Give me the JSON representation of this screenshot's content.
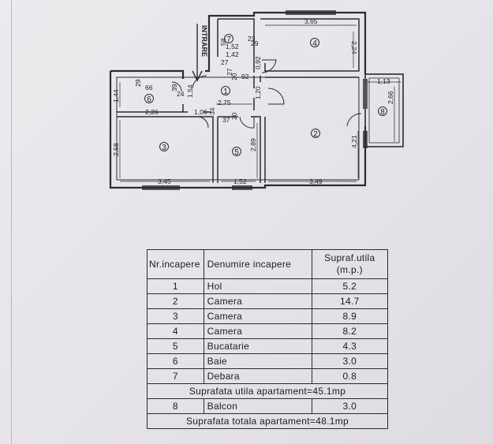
{
  "plan": {
    "entry_label": "INTRARE",
    "rooms": [
      {
        "id": "room-1",
        "number": "1"
      },
      {
        "id": "room-2",
        "number": "2"
      },
      {
        "id": "room-3",
        "number": "3"
      },
      {
        "id": "room-4",
        "number": "4"
      },
      {
        "id": "room-5",
        "number": "5"
      },
      {
        "id": "room-6",
        "number": "6"
      },
      {
        "id": "room-7",
        "number": "7"
      },
      {
        "id": "room-8",
        "number": "8"
      }
    ],
    "dimensions": {
      "d_3_65": "3,65",
      "d_2_24": "2,24",
      "d_1_13": "1,13",
      "d_2_66": "2,66",
      "d_4_21": "4,21",
      "d_3_49": "3,49",
      "d_2_89": "2,89",
      "d_1_52_bottom": "1,52",
      "d_3_45": "3,45",
      "d_2_58": "2,58",
      "d_2_26": "2,26",
      "d_1_44": "1,44",
      "d_29": "29",
      "d_66": "66",
      "d_39": "39",
      "d_24": "24",
      "d_1_54": "1,54",
      "d_1_06": "1,06",
      "d_2_75": "2,75",
      "d_34": "34",
      "d_37": "37",
      "d_20_a": "20",
      "d_1_20": "1,20",
      "d_92": "92",
      "d_0_92": "0,92",
      "d_27_a": "27",
      "d_27_b": "27",
      "d_20_b": "20",
      "d_58": "58",
      "d_1_52_top": "1,52",
      "d_1_42": "1,42",
      "d_23": "23",
      "d_29_b": "29"
    }
  },
  "table": {
    "headers": {
      "nr": "Nr.incapere",
      "name": "Denumire incapere",
      "area": "Supraf.utila\n(m.p.)"
    },
    "rows": [
      {
        "nr": "1",
        "name": "Hol",
        "area": "5.2"
      },
      {
        "nr": "2",
        "name": "Camera",
        "area": "14.7"
      },
      {
        "nr": "3",
        "name": "Camera",
        "area": "8.9"
      },
      {
        "nr": "4",
        "name": "Camera",
        "area": "8.2"
      },
      {
        "nr": "5",
        "name": "Bucatarie",
        "area": "4.3"
      },
      {
        "nr": "6",
        "name": "Baie",
        "area": "3.0"
      },
      {
        "nr": "7",
        "name": "Debara",
        "area": "0.8"
      }
    ],
    "subtotal": "Suprafata  utila  apartament=45.1mp",
    "balcony": {
      "nr": "8",
      "name": "Balcon",
      "area": "3.0"
    },
    "total": "Suprafata  totala  apartament=48.1mp"
  }
}
